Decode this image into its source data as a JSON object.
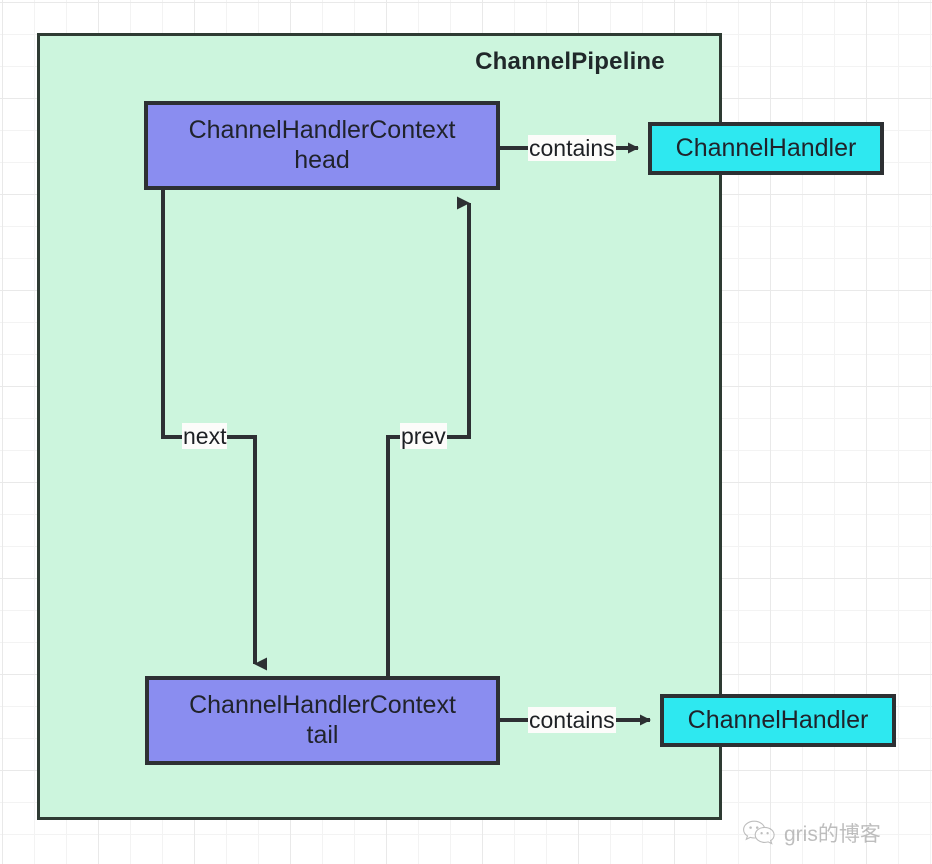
{
  "diagram": {
    "title": "ChannelPipeline",
    "container_color": "#ccf5dd",
    "container_border_color": "#2e3b33",
    "context_node_color": "#8a8df0",
    "handler_node_color": "#2ee8f0",
    "edge_color": "#2d3033",
    "nodes": {
      "head_context": {
        "line1": "ChannelHandlerContext",
        "line2": "head"
      },
      "tail_context": {
        "line1": "ChannelHandlerContext",
        "line2": "tail"
      },
      "handler_top": {
        "label": "ChannelHandler"
      },
      "handler_bottom": {
        "label": "ChannelHandler"
      }
    },
    "edges": {
      "next": "next",
      "prev": "prev",
      "contains_top": "contains",
      "contains_bottom": "contains"
    }
  },
  "watermark": {
    "text": "gris的博客",
    "icon": "wechat-icon"
  }
}
